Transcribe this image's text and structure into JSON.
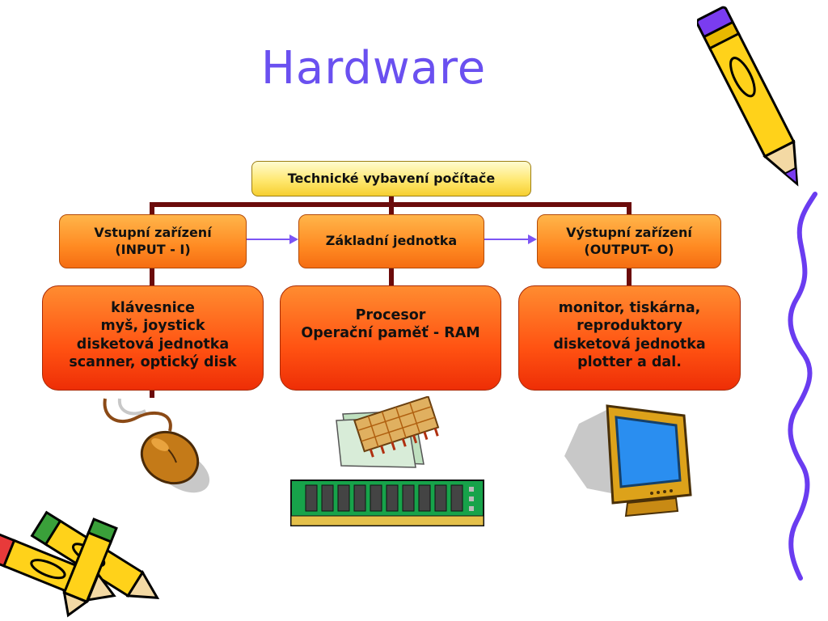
{
  "title": "Hardware",
  "root": "Technické vybavení počítače",
  "input": {
    "label": "Vstupní zařízení\n(INPUT - I)",
    "items": "klávesnice\nmyš, joystick\ndisketová jednotka\nscanner, optický disk"
  },
  "core": {
    "label": "Základní jednotka",
    "items": "Procesor\nOperační paměť - RAM"
  },
  "output": {
    "label": "Výstupní zařízení\n(OUTPUT- O)",
    "items": "monitor, tiskárna,\nreproduktory\ndisketová jednotka\nplotter a dal."
  },
  "colors": {
    "title": "#6a50f0",
    "connector": "#6b0b0b",
    "arrow": "#7c55f4"
  },
  "icons": [
    "pencil-icon",
    "mouse-icon",
    "processor-chip-icon",
    "ram-module-icon",
    "monitor-icon",
    "crossed-pencils-icon",
    "wavy-border-icon"
  ]
}
